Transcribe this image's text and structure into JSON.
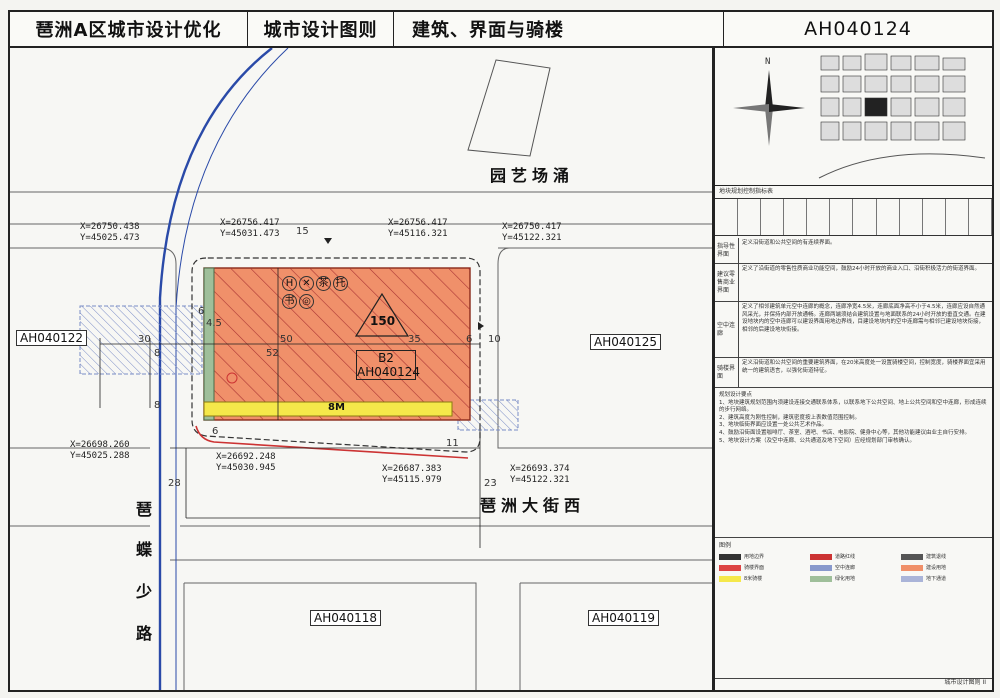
{
  "header": {
    "project": "琶洲A区城市设计优化",
    "category": "城市设计图则",
    "topic": "建筑、界面与骑楼",
    "plot_code": "AH040124"
  },
  "map": {
    "streets": {
      "north": "园艺场涌",
      "south": "琶洲大街西",
      "west_chars": [
        "琶",
        "蝶",
        "少",
        "路"
      ]
    },
    "parcel": {
      "name": "B2",
      "code": "AH040124",
      "height_label": "150",
      "arcade_width": "8M",
      "facility_icons": [
        "H",
        "✕",
        "茶",
        "托",
        "书",
        "◎"
      ]
    },
    "neighbors": {
      "west": "AH040122",
      "east": "AH040125",
      "south_left": "AH040118",
      "south_right": "AH040119"
    },
    "coords": [
      {
        "x": "X=26750.438",
        "y": "Y=45025.473"
      },
      {
        "x": "X=26756.417",
        "y": "Y=45031.473"
      },
      {
        "x": "X=26756.417",
        "y": "Y=45116.321"
      },
      {
        "x": "X=26750.417",
        "y": "Y=45122.321"
      },
      {
        "x": "X=26698.260",
        "y": "Y=45025.288"
      },
      {
        "x": "X=26692.248",
        "y": "Y=45030.945"
      },
      {
        "x": "X=26687.383",
        "y": "Y=45115.979"
      },
      {
        "x": "X=26693.374",
        "y": "Y=45122.321"
      }
    ],
    "dims": {
      "north_setback": "15",
      "west_gap": "6",
      "left_a": "30",
      "left_b": "8",
      "left_c": "8",
      "inner_50": "50",
      "inner_52": "52",
      "inner_35": "35",
      "east_6": "6",
      "east_10": "10",
      "bottom_6": "6",
      "bottom_11": "11",
      "south_28": "28",
      "south_23": "23",
      "strip_4_5": "4.5"
    }
  },
  "panel": {
    "compass": "N",
    "table_title": "地块规划控制指标表",
    "controls": [
      {
        "key": "指导性界面",
        "text": "定义沿街道和公共空间的有连续界面。"
      },
      {
        "key": "建议零售商业界面",
        "text": "定义了沿街道的零售性质商业功能空间，鼓励24小时开放的商业入口、沿街积极活力的街道界面。"
      },
      {
        "key": "空中连廊",
        "text": "定义了相邻建筑单元空中连廊的概念，连廊净宽4.5米，连廊底面净高不小于4.5米，连廊应设自然通风采光，并保持内部开放通畅。连廊两端须结合建筑设置与地面联系的24小时开放的垂直交通。在建设地块内的空中连廊可以建设界面用地边界线，目建设地块内的空中连廊需与相邻已建设地块衔接，相邻的后建设地块衔接。"
      },
      {
        "key": "骑楼界面",
        "text": "定义沿街道和公共空间的重要建筑界面，在20米高度处一设置骑楼空间，控制宽度，骑楼界面宜采用统一的建筑语言，以强化街道特征。"
      }
    ],
    "notes_title": "规划设计要点",
    "notes": [
      "1、地块建筑规划范围内须建设连接交通联系体系，以联系地下公共空间、地上公共空间和空中连廊，形成连续的步行网络。",
      "2、建筑高度为刚性控制，建筑密度按上表数值范围控制。",
      "3、地块临街界面应设置一处公共艺术作品。",
      "4、鼓励沿街面设置咖啡厅、茶室、酒吧、书店、电影院、健身中心等，其他功能建议由业主自行安排。",
      "5、地块设计方案（及空中连廊、公共通道及地下空间）应经规划部门审核确认。"
    ],
    "legend_title": "图例",
    "legend": [
      {
        "label": "用地边界",
        "color": "#333333"
      },
      {
        "label": "道路红线",
        "color": "#cc3333"
      },
      {
        "label": "建筑退线",
        "color": "#555555"
      },
      {
        "label": "骑楼界面",
        "color": "#dd4444"
      },
      {
        "label": "空中连廊",
        "color": "#8899cc"
      },
      {
        "label": "建设用地",
        "color": "#f0906a"
      },
      {
        "label": "8米骑楼",
        "color": "#f5e84a"
      },
      {
        "label": "绿化用地",
        "color": "#9fbf9a"
      },
      {
        "label": "地下通道",
        "color": "#aab4d8"
      }
    ],
    "footer": "城市设计图则 II"
  }
}
